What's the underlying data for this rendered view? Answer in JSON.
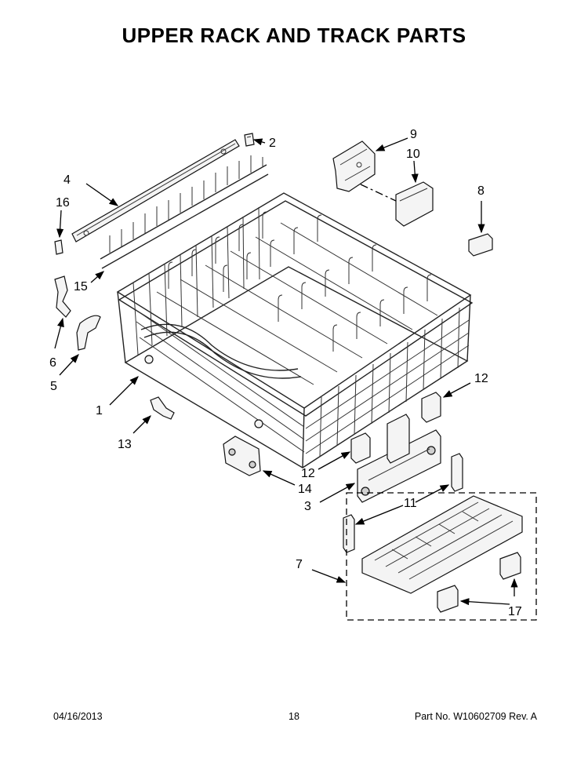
{
  "title": "UPPER RACK AND TRACK PARTS",
  "callouts": {
    "c1": "1",
    "c2": "2",
    "c3": "3",
    "c4": "4",
    "c5": "5",
    "c6": "6",
    "c7": "7",
    "c8": "8",
    "c9": "9",
    "c10": "10",
    "c11": "11",
    "c12a": "12",
    "c12b": "12",
    "c13": "13",
    "c14": "14",
    "c15": "15",
    "c16": "16",
    "c17": "17"
  },
  "footer": {
    "date": "04/16/2013",
    "page": "18",
    "part_number": "Part No. W10602709  Rev. A"
  }
}
